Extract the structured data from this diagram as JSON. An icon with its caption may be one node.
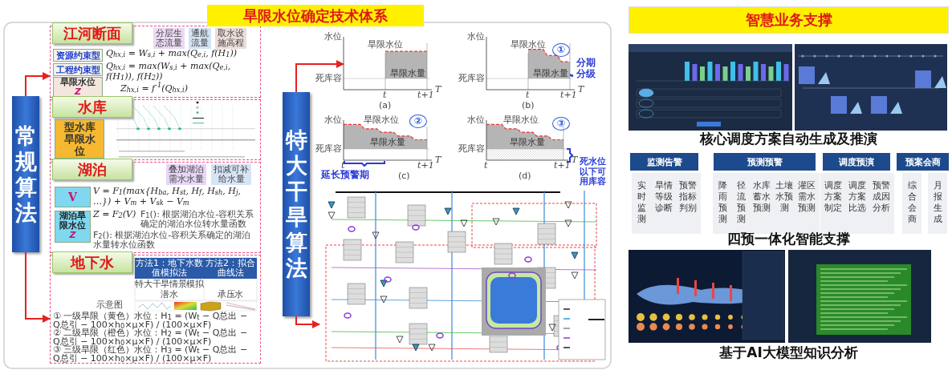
{
  "diagram": {
    "title": "旱限水位确定技术体系",
    "nodes": [
      {
        "text": [
          "常规算法"
        ]
      },
      {
        "text": [
          "江河断面"
        ]
      },
      {
        "text": [
          "分层生态流量"
        ],
        "in": 1
      },
      {
        "text": [
          "通航流量"
        ],
        "in": 1
      },
      {
        "text": [
          "取水设施高程"
        ],
        "in": 1
      },
      {
        "text": [
          "资源约束型"
        ],
        "in": 1
      },
      {
        "text": [
          "工程约束型"
        ],
        "in": 1
      },
      {
        "text": [
          "旱限水位",
          "Z"
        ],
        "in": 1
      },
      {
        "text": [
          "水库"
        ]
      },
      {
        "text": [
          "型水库旱限水位"
        ],
        "in": 8
      },
      {
        "text": [
          "湖泊"
        ]
      },
      {
        "text": [
          "叠加湖泊需水水量"
        ],
        "in": 10
      },
      {
        "text": [
          "扣减可补给水量"
        ],
        "in": 10
      },
      {
        "text": [
          "V"
        ],
        "in": 10
      },
      {
        "text": [
          "湖泊旱限水位",
          "Z"
        ],
        "in": 10
      },
      {
        "text": [
          "地下水"
        ]
      },
      {
        "text": [
          "特大干旱算法"
        ]
      },
      {
        "text": [],
        "shape": "picture"
      },
      {
        "text": [],
        "shape": "picture"
      },
      {
        "text": [],
        "shape": "picture"
      },
      {
        "text": [],
        "shape": "picture"
      },
      {
        "text": [],
        "shape": "picture"
      },
      {
        "text": [
          "智慧业务支撑"
        ]
      },
      {
        "text": [],
        "shape": "picture"
      },
      {
        "text": [],
        "shape": "picture"
      },
      {
        "text": [
          "监测告警"
        ]
      },
      {
        "text": [
          "实时监测"
        ]
      },
      {
        "text": [
          "旱情等级诊断"
        ]
      },
      {
        "text": [
          "预警指标判别"
        ]
      },
      {
        "text": [
          "预测预警"
        ]
      },
      {
        "text": [
          "降雨预测"
        ]
      },
      {
        "text": [
          "径流预测"
        ]
      },
      {
        "text": [
          "水库蓄水预测"
        ]
      },
      {
        "text": [
          "土壤水预测"
        ]
      },
      {
        "text": [
          "灌区需水预测"
        ]
      },
      {
        "text": [
          "调度预演"
        ]
      },
      {
        "text": [
          "调度方案制定"
        ]
      },
      {
        "text": [
          "调度方案比选"
        ]
      },
      {
        "text": [
          "预警成因分析"
        ]
      },
      {
        "text": [
          "预案会商"
        ]
      },
      {
        "text": [
          "综合会商"
        ]
      },
      {
        "text": [
          "月报生成"
        ]
      },
      {
        "text": [],
        "shape": "picture"
      },
      {
        "text": [],
        "shape": "picture"
      }
    ],
    "edges": [
      {
        "from": 0,
        "to": 1,
        "arrow": "to"
      },
      {
        "from": 0,
        "to": 15,
        "arrow": "to"
      },
      {
        "from": 16,
        "to": 17,
        "arrow": "to"
      },
      {
        "from": 16,
        "to": 21,
        "arrow": "to"
      }
    ],
    "labels": [
      "Q$_{hx,i}$ = W$_{s,i}$ + max(Q$_{e,i}$, f(H$_{1}$))",
      "Q$_{hx,i}$ = max(W$_{s,i}$ + max(Q$_{e,i}$, f(H$_{1}$)), f(H$_{2}$))",
      "Z$_{hx,i}$ = f$^{-1}$(Q$_{hx,i}$)",
      "V = F$_{1}$(max{H$_{ba}$, H$_{st}$, H$_{f}$, H$_{sh}$, H$_{j}$, …}) + V$_{m}$ + V$_{sk}$ − V$_{m}$",
      "Z = F$_{2}$(V)",
      "F$_{1}$(): 根据湖泊水位-容积关系确定的湖泊水位转水量函数",
      "F$_{2}$(): 根据湖泊水位-容积关系确定的湖泊水量转水位函数",
      "方法1：地下水数值模拟法",
      "方法2：拟合曲线法",
      "特大干旱情景模拟",
      "潜水",
      "承压水",
      "示意图",
      "① 一级旱限（黄色）水位：H$_{1}$ = (W$_{t}$ − Q总出 − Q总引 − 100×h$_{0}$×μ×F) / (100×μ×F)",
      "② 二级旱限（橙色）水位：H$_{2}$ = (W$_{t}$ − Q总出 − Q总引 − 100×h$_{0}$×μ×F) / (100×μ×F)",
      "③ 三级旱限（红色）水位：H$_{3}$ = (W$_{t}$ − Q总出 − Q总引 − 100×h$_{0}$×μ×F) / (100×μ×F)",
      "水位",
      "旱限水位",
      "旱限水量",
      "死库容",
      "t",
      "t+1",
      "T",
      "(a)",
      "水位",
      "旱限水位",
      "旱限水量",
      "死库容",
      "t",
      "t+1",
      "T",
      "(b)",
      "水位",
      "旱限水位",
      "旱限水量",
      "死库容",
      "t",
      "t+1",
      "T",
      "(c)",
      "水位",
      "旱限水位",
      "旱限水量",
      "死库容",
      "t",
      "t+1",
      "T",
      "(d)",
      "①",
      "分期分级",
      "②",
      "延长预警期",
      "③",
      "死水位以下可用库容",
      "核心调度方案自动生成及推演",
      "四预一体化智能支撑",
      "基于AI大模型知识分析"
    ]
  }
}
